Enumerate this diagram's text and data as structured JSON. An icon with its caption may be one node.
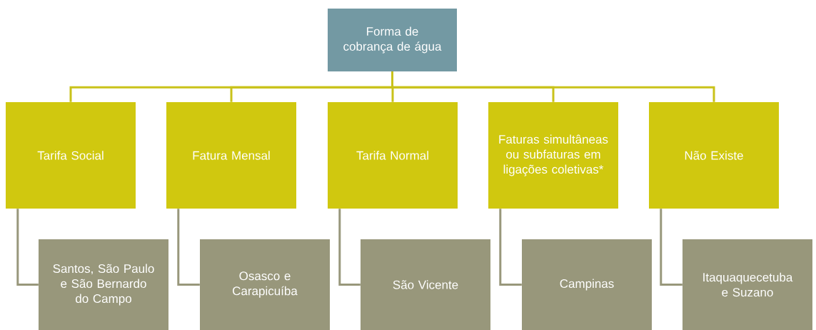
{
  "diagram": {
    "nodes": [
      {
        "text": [
          "Forma de cobrança de água"
        ]
      },
      {
        "text": [
          "Tarifa Social"
        ]
      },
      {
        "text": [
          "Fatura Mensal"
        ]
      },
      {
        "text": [
          "Tarifa Normal"
        ]
      },
      {
        "text": [
          "Faturas simultâneas ou subfaturas em ligações coletivas*"
        ]
      },
      {
        "text": [
          "Não Existe"
        ]
      },
      {
        "text": [
          "Santos, São Paulo e São Bernardo do Campo"
        ]
      },
      {
        "text": [
          "Osasco e Carapicuíba"
        ]
      },
      {
        "text": [
          "São Vicente"
        ]
      },
      {
        "text": [
          "Campinas"
        ]
      },
      {
        "text": [
          "Itaquaquecetuba e Suzano"
        ]
      }
    ],
    "edges": [
      {
        "from": 0,
        "to": 1,
        "arrow": "none"
      },
      {
        "from": 0,
        "to": 2,
        "arrow": "none"
      },
      {
        "from": 0,
        "to": 3,
        "arrow": "none"
      },
      {
        "from": 0,
        "to": 4,
        "arrow": "none"
      },
      {
        "from": 0,
        "to": 5,
        "arrow": "none"
      },
      {
        "from": 1,
        "to": 6,
        "arrow": "none",
        "color": "#98977b"
      },
      {
        "from": 2,
        "to": 7,
        "arrow": "none",
        "color": "#98977b"
      },
      {
        "from": 3,
        "to": 8,
        "arrow": "none",
        "color": "#98977b"
      },
      {
        "from": 4,
        "to": 9,
        "arrow": "none",
        "color": "#98977b"
      },
      {
        "from": 5,
        "to": 10,
        "arrow": "none",
        "color": "#98977b"
      }
    ]
  }
}
